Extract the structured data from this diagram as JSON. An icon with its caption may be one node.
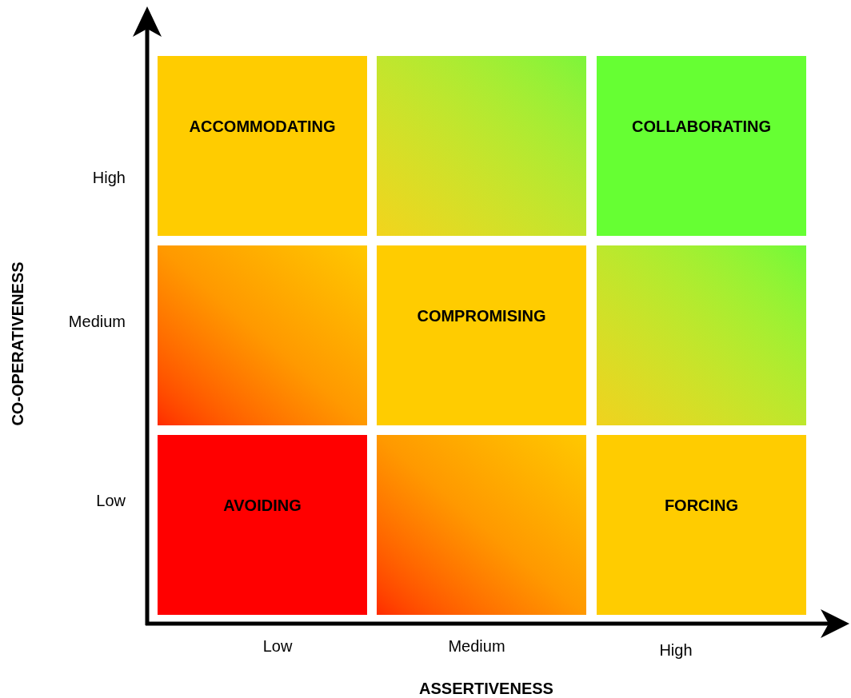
{
  "diagram": {
    "nodes": [
      {
        "text": [
          "ACCOMMODATING"
        ]
      },
      {
        "text": [],
        "shape": "box"
      },
      {
        "text": [
          "COLLABORATING"
        ]
      },
      {
        "text": [],
        "shape": "box"
      },
      {
        "text": [
          "COMPROMISING"
        ]
      },
      {
        "text": [],
        "shape": "box"
      },
      {
        "text": [
          "AVOIDING"
        ]
      },
      {
        "text": [],
        "shape": "box"
      },
      {
        "text": [
          "FORCING"
        ]
      }
    ],
    "edges": [],
    "labels": [
      "High",
      "Medium",
      "Low",
      "CO-OPERATIVENESS",
      "Low",
      "Medium",
      "High",
      "ASSERTIVENESS"
    ]
  }
}
